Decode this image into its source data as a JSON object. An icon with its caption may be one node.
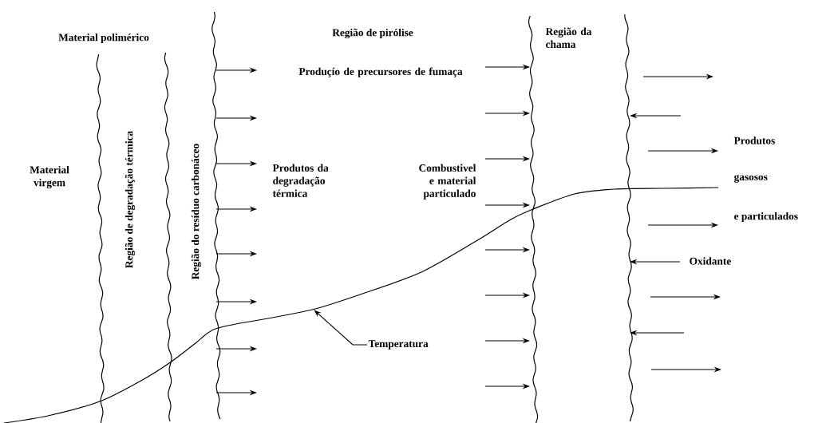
{
  "diagram": {
    "nodes": [
      {
        "text": [
          "Temperatura"
        ]
      },
      {
        "text": [],
        "shape": "curve"
      }
    ],
    "edges": [
      {
        "from": 0,
        "to": 1,
        "arrow": "to"
      }
    ],
    "labels": [
      "Material polimérico",
      "Região de pirólise",
      "Região da chama",
      "Produçío de precursores de fumaça",
      "Região de degradação térmica",
      "Região do resíduo carbonáceo",
      "Produtos",
      "Material virgem",
      "Produtos da degradação térmica",
      "Combustivel e material particulado",
      "gasosos",
      "e particulados",
      "Oxidante"
    ]
  }
}
